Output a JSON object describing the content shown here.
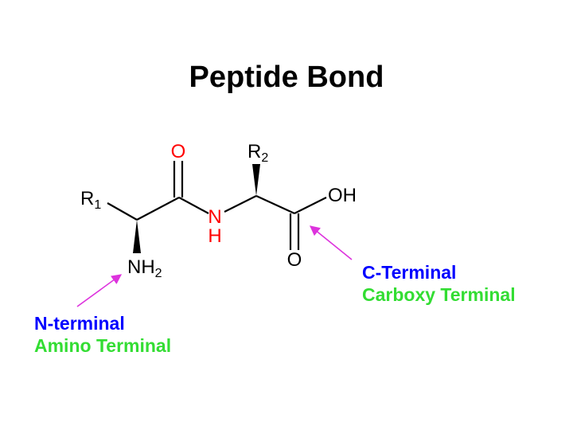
{
  "title": "Peptide Bond",
  "molecule": {
    "carbonyl_oxygen": "O",
    "amide_nitrogen": "N",
    "amide_hydrogen": "H",
    "r1": {
      "letter": "R",
      "subscript": "1"
    },
    "r2": {
      "letter": "R",
      "subscript": "2"
    },
    "amino_group": {
      "main": "NH",
      "subscript": "2"
    },
    "hydroxyl": "OH",
    "acid_oxygen": "O"
  },
  "annotations": {
    "c_terminal": {
      "line1": "C-Terminal",
      "line2": "Carboxy Terminal"
    },
    "n_terminal": {
      "line1": "N-terminal",
      "line2": "Amino Terminal"
    }
  },
  "colors": {
    "bond": "#000000",
    "peptide_atoms": "#ff0000",
    "heading": "#0000ff",
    "subheading": "#33dd33",
    "arrow": "#dd33dd"
  }
}
